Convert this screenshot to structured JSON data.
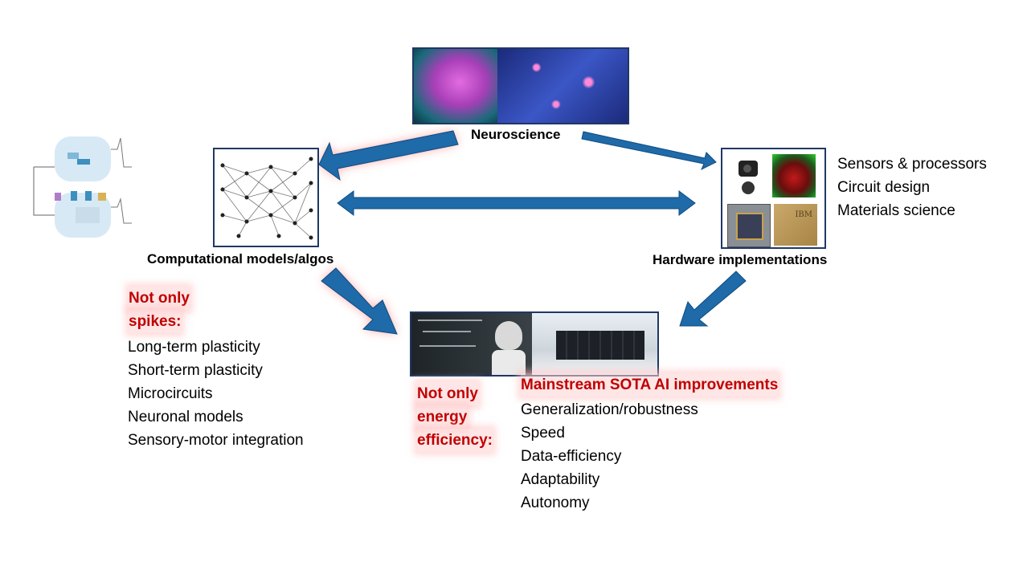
{
  "nodes": {
    "neuroscience": "Neuroscience",
    "computational": "Computational models/algos",
    "hardware": "Hardware implementations"
  },
  "hardware_topics": [
    "Sensors & processors",
    "Circuit design",
    "Materials science"
  ],
  "algo_callout": {
    "heading": [
      "Not only",
      "spikes:"
    ],
    "items": [
      "Long-term plasticity",
      "Short-term plasticity",
      "Microcircuits",
      "Neuronal models",
      "Sensory-motor integration"
    ]
  },
  "ai_callout": {
    "heading": [
      "Not only",
      "energy",
      "efficiency:"
    ],
    "title": "Mainstream SOTA AI improvements",
    "items": [
      "Generalization/robustness",
      "Speed",
      "Data-efficiency",
      "Adaptability",
      "Autonomy"
    ]
  },
  "chip_label": "IBM",
  "colors": {
    "arrow": "#1f6aa8",
    "box_border": "#1f3864",
    "highlight_text": "#c00000"
  }
}
